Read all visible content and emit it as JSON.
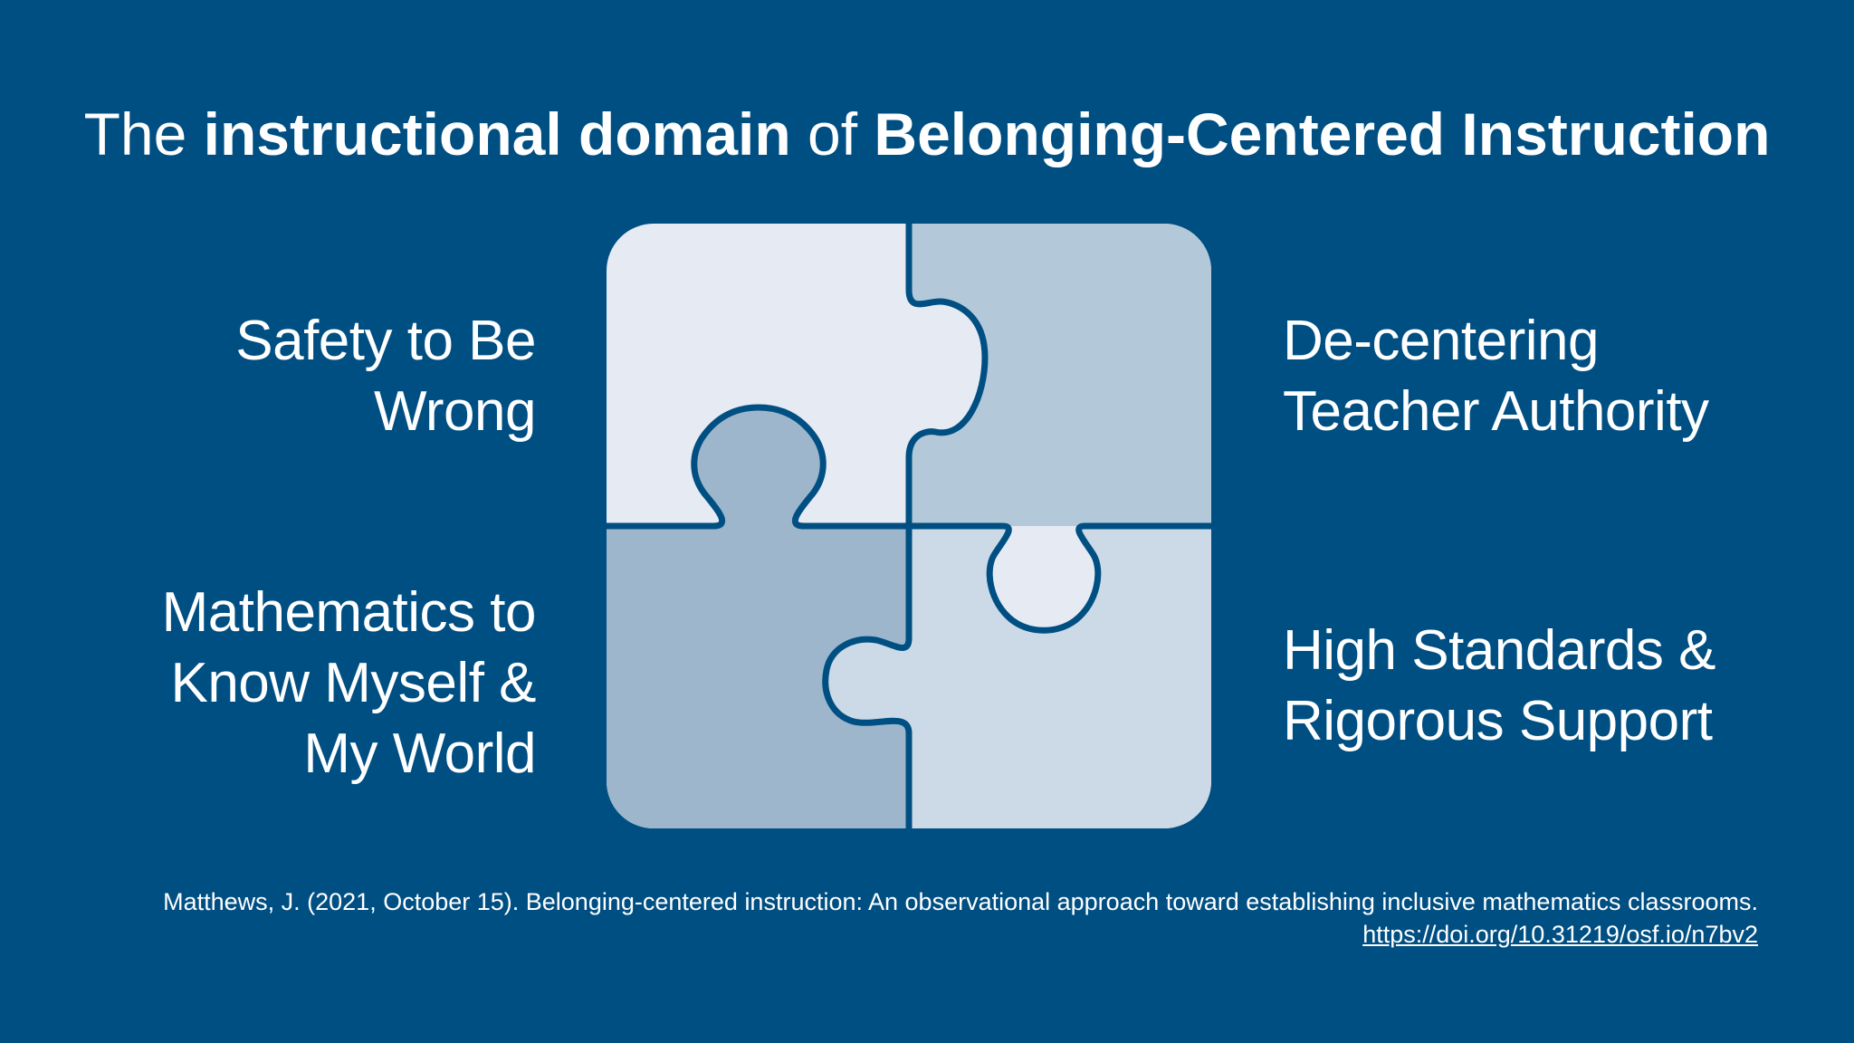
{
  "title": {
    "part1": "The ",
    "part2": "instructional domain",
    "part3": " of ",
    "part4": "Belonging-Centered Instruction"
  },
  "labels": {
    "top_left": [
      "Safety to Be",
      "Wrong"
    ],
    "bottom_left": [
      "Mathematics to",
      "Know Myself &",
      "My World"
    ],
    "top_right": [
      "De-centering",
      "Teacher Authority"
    ],
    "bottom_right": [
      "High Standards &",
      "Rigorous Support"
    ]
  },
  "citation": {
    "text": "Matthews, J. (2021, October 15). Belonging-centered instruction: An observational approach toward establishing inclusive mathematics classrooms.",
    "link": "https://doi.org/10.31219/osf.io/n7bv2"
  },
  "colors": {
    "background": "#004f83",
    "piece_top_left": "#e6ebf3",
    "piece_top_right": "#b3c9d9",
    "piece_bottom_left": "#9db6cc",
    "piece_bottom_right": "#ccd9e6"
  }
}
